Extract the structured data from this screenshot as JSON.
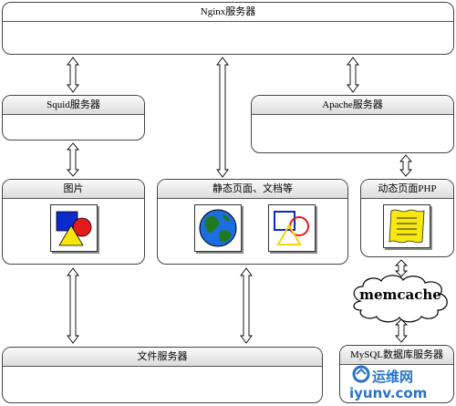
{
  "nodes": {
    "nginx": "Nginx服务器",
    "squid": "Squid服务器",
    "apache": "Apache服务器",
    "images": "图片",
    "static": "静态页面、文档等",
    "dynamic": "动态页面PHP",
    "memcache": "memcache",
    "fileserver": "文件服务器",
    "mysql": "MySQL数据库服务器"
  },
  "watermark": {
    "line1": "运维网",
    "line2": "iyunv.com"
  },
  "colors": {
    "header_gradient_top": "#fafafa",
    "header_gradient_bottom": "#dcdcdc",
    "border": "#444444",
    "arrow_fill": "#ffffff",
    "watermark": "#2b72c4"
  }
}
